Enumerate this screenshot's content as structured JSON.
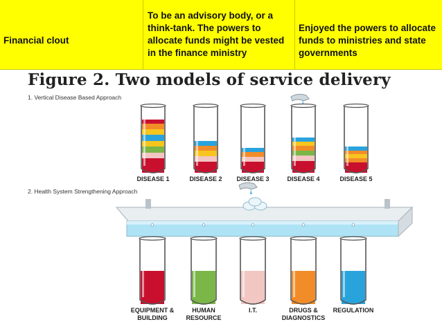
{
  "table": {
    "row_label": "Financial clout",
    "col2_text": "To be an advisory body, or a think-tank. The powers to allocate funds might be vested in the finance ministry",
    "col3_text": "Enjoyed the powers to allocate funds to ministries and state governments"
  },
  "figure": {
    "title": "Figure 2. Two models of service delivery",
    "section1": "1. Vertical Disease Based Approach",
    "section2": "2. Health System Strengthening Approach",
    "vertical_tubes": [
      "DISEASE 1",
      "DISEASE 2",
      "DISEASE 3",
      "DISEASE 4",
      "DISEASE 5"
    ],
    "system_tubes": [
      "EQUIPMENT &\nBUILDING",
      "HUMAN\nRESOURCE",
      "I.T.",
      "DRUGS &\nDIAGNOSTICS",
      "REGULATION"
    ],
    "colors": {
      "red": "#c8102e",
      "green": "#7ab648",
      "pink": "#f2c6c2",
      "orange": "#f28c28",
      "blue": "#29a3dc",
      "yellow": "#f7c51e",
      "water": "#aee3f5"
    }
  }
}
